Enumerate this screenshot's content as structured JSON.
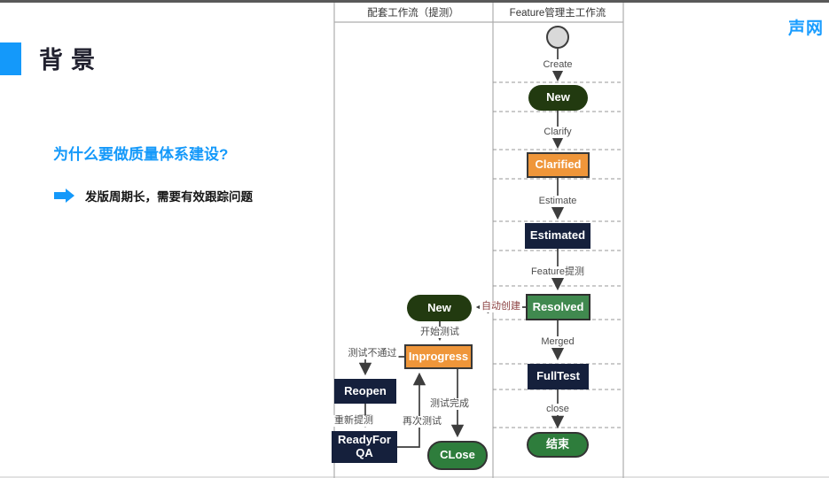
{
  "slide": {
    "title": "背景",
    "logo": "声网",
    "question": "为什么要做质量体系建设?",
    "bullet": "发版周期长，需要有效跟踪问题"
  },
  "diagram": {
    "lanes": [
      {
        "label": "配套工作流（提测）"
      },
      {
        "label": "Feature管理主工作流"
      }
    ],
    "nodes": [
      {
        "id": "start-circle",
        "label": ""
      },
      {
        "id": "new-main",
        "label": "New"
      },
      {
        "id": "clarified",
        "label": "Clarified"
      },
      {
        "id": "estimated",
        "label": "Estimated"
      },
      {
        "id": "resolved",
        "label": "Resolved"
      },
      {
        "id": "fulltest",
        "label": "FullTest"
      },
      {
        "id": "end",
        "label": "结束"
      },
      {
        "id": "new-sub",
        "label": "New"
      },
      {
        "id": "inprogress",
        "label": "Inprogress"
      },
      {
        "id": "reopen",
        "label": "Reopen"
      },
      {
        "id": "readyforqa",
        "label": "ReadyFor\nQA"
      },
      {
        "id": "close",
        "label": "CLose"
      }
    ],
    "labels": {
      "create": "Create",
      "clarify": "Clarify",
      "estimate": "Estimate",
      "feature_submit": "Feature提测",
      "merged": "Merged",
      "close": "close",
      "auto_create": "自动创建",
      "start_test": "开始测试",
      "test_fail": "测试不通过",
      "resubmit": "重新提测",
      "retest": "再次测试",
      "test_done": "测试完成"
    },
    "colors": {
      "accent_blue": "#1499fa",
      "dark_green": "#223a10",
      "orange": "#ef963a",
      "navy": "#15203c",
      "green": "#2e7d3c",
      "green_light": "#40894f",
      "auto_label_red": "#8b4040"
    }
  }
}
